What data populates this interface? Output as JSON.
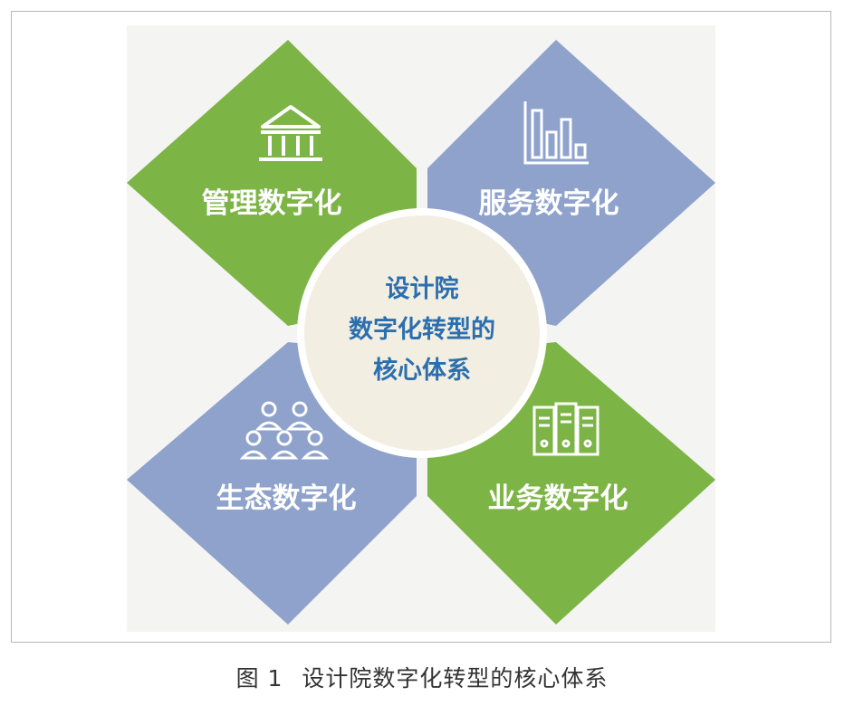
{
  "colors": {
    "green": "#7db446",
    "blue": "#8ea2cc",
    "center_fill": "#f3eee2",
    "center_text": "#2b6fae",
    "background_panel": "#f4f4f2"
  },
  "quadrants": [
    {
      "label": "管理数字化",
      "icon": "bank-icon",
      "color": "green"
    },
    {
      "label": "服务数字化",
      "icon": "bar-chart-icon",
      "color": "blue"
    },
    {
      "label": "生态数字化",
      "icon": "people-group-icon",
      "color": "blue"
    },
    {
      "label": "业务数字化",
      "icon": "server-icon",
      "color": "green"
    }
  ],
  "center": {
    "lines": [
      "设计院",
      "数字化转型的",
      "核心体系"
    ]
  },
  "caption": {
    "number": "图 1",
    "title": "设计院数字化转型的核心体系"
  }
}
